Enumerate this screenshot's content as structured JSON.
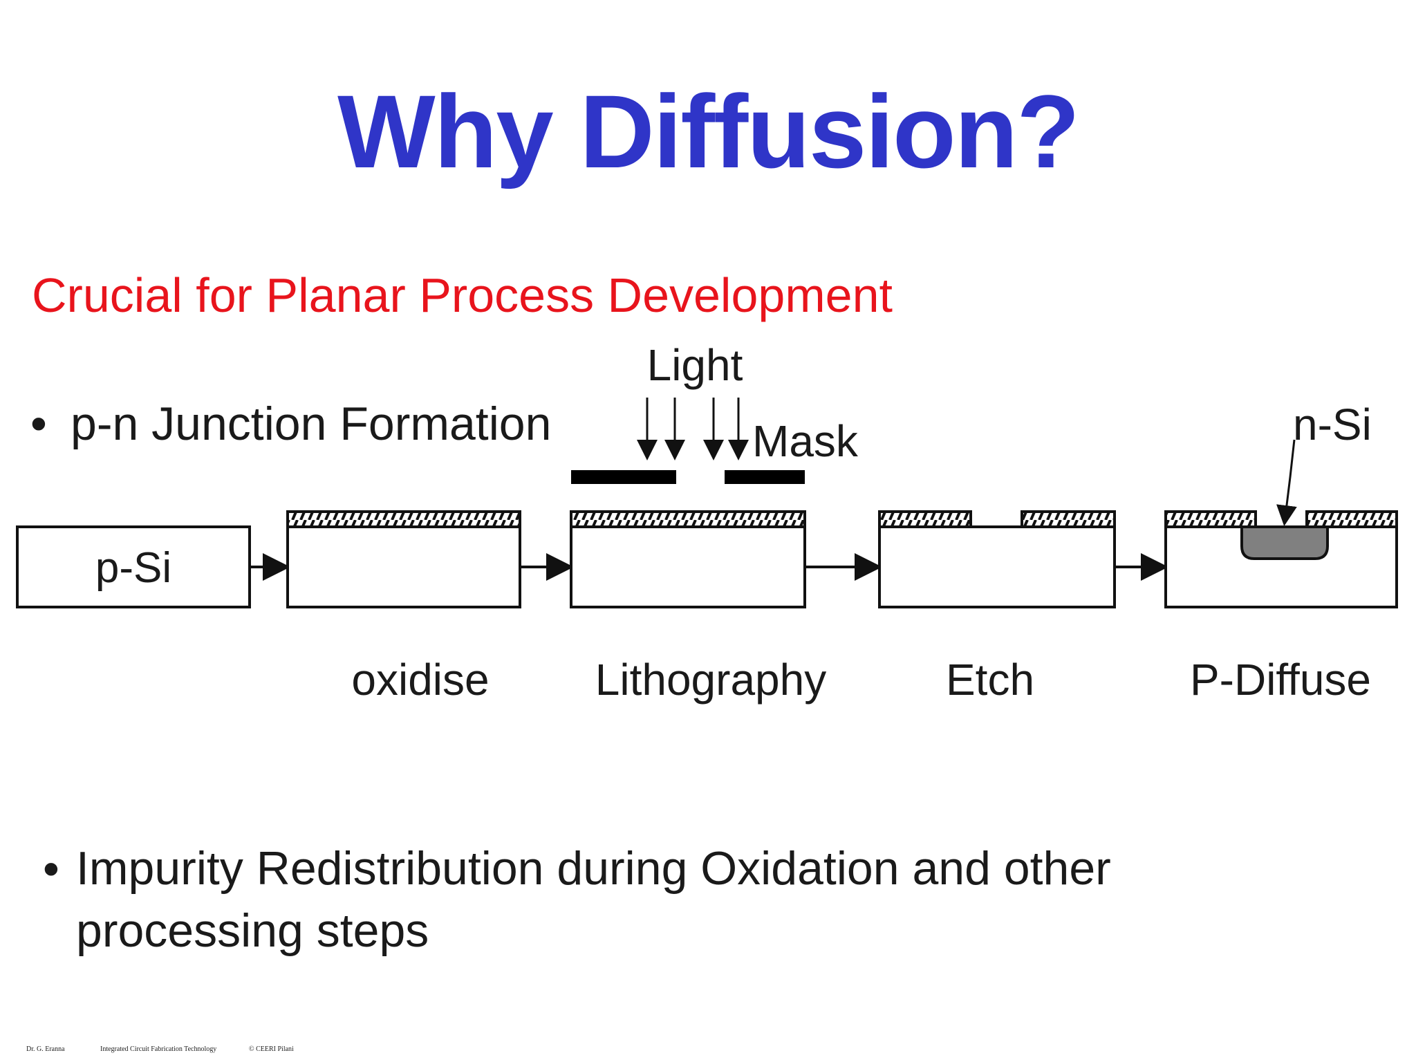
{
  "slide": {
    "title": "Why Diffusion?",
    "subtitle": "Crucial for Planar Process Development",
    "bullets": [
      {
        "marker": "•",
        "text": "p-n Junction Formation"
      },
      {
        "marker": "•",
        "text": "Impurity Redistribution during Oxidation and other processing steps"
      }
    ],
    "bullet2_lines": [
      "Impurity Redistribution during Oxidation and other",
      "processing steps"
    ]
  },
  "diagram": {
    "substrate_label": "p-Si",
    "light_label": "Light",
    "mask_label": "Mask",
    "nsi_label": "n-Si",
    "steps": [
      "oxidise",
      "Lithography",
      "Etch",
      "P-Diffuse"
    ]
  },
  "footer": {
    "author": "Dr. G. Eranna",
    "course": "Integrated Circuit Fabrication Technology",
    "copyright": "© CEERI Pilani"
  },
  "colors": {
    "title": "#2f35c8",
    "subtitle": "#e8141c",
    "diffused_region": "#808080"
  }
}
